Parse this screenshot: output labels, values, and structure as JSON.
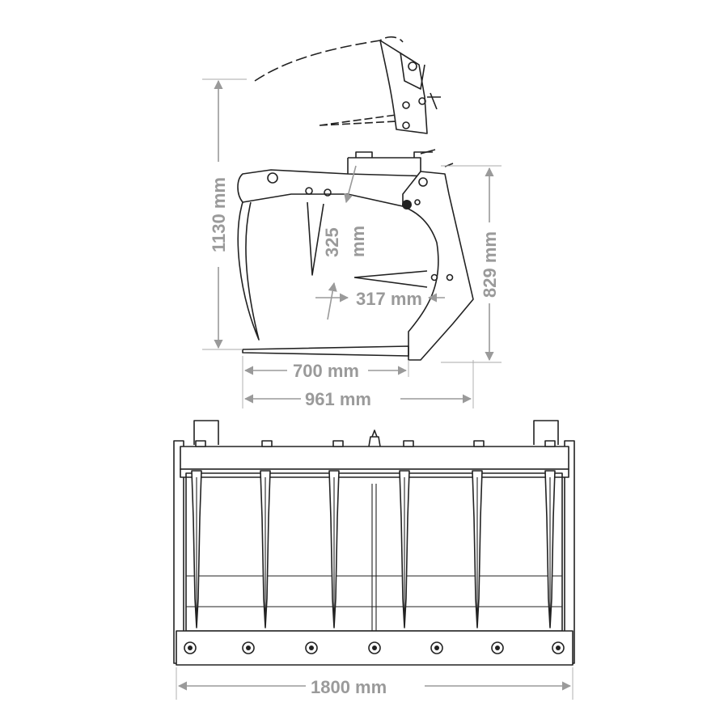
{
  "title": "Grapple bucket dimension drawing",
  "dimensions": {
    "total_height": "1130 mm",
    "tine_gap_vertical": "325",
    "tine_gap_vertical_unit": "mm",
    "tine_offset": "317 mm",
    "frame_height": "829 mm",
    "tine_length": "700 mm",
    "total_depth": "961 mm",
    "width": "1800 mm"
  },
  "colors": {
    "dimension": "#9a9a9a",
    "line": "#222222"
  }
}
